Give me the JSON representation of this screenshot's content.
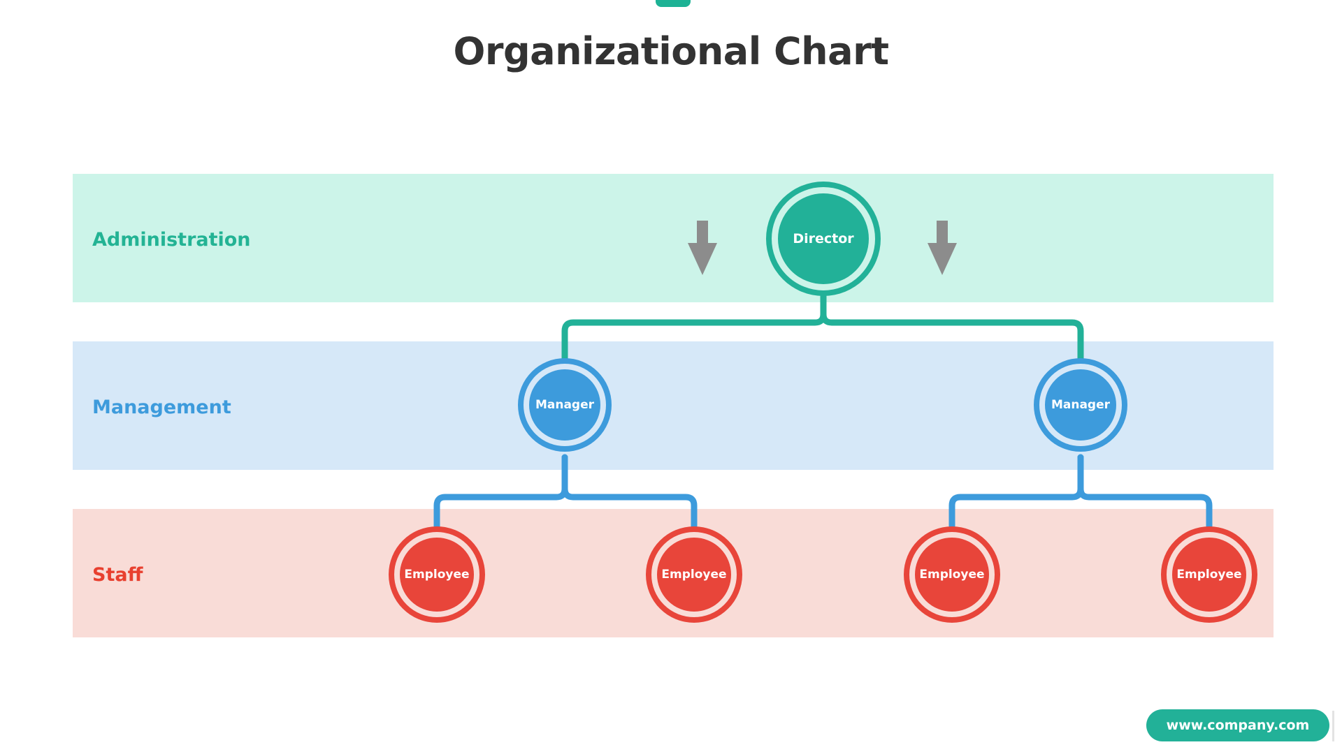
{
  "page": {
    "title": "Organizational Chart",
    "background": "#FFFFFF"
  },
  "top_tab": {
    "name": "top-tab-badge",
    "color": "#1DB295"
  },
  "rows": [
    {
      "key": "administration",
      "label": "Administration",
      "band_color": "#CCF4E9",
      "label_color": "#23B394",
      "node_color": "#22B198"
    },
    {
      "key": "management",
      "label": "Management",
      "band_color": "#D6E8F8",
      "label_color": "#3D9BDC",
      "node_color": "#3D9BDC"
    },
    {
      "key": "staff",
      "label": "Staff",
      "band_color": "#F9DCD7",
      "label_color": "#E8402F",
      "node_color": "#E8453A"
    }
  ],
  "nodes": {
    "director": {
      "label": "Director"
    },
    "managers": [
      {
        "label": "Manager"
      },
      {
        "label": "Manager"
      }
    ],
    "employees": [
      {
        "label": "Employee"
      },
      {
        "label": "Employee"
      },
      {
        "label": "Employee"
      },
      {
        "label": "Employee"
      }
    ]
  },
  "arrows": {
    "left": {
      "name": "down-arrow-icon",
      "color": "#8C8C8C"
    },
    "right": {
      "name": "down-arrow-icon",
      "color": "#8C8C8C"
    }
  },
  "connectors": {
    "director_to_managers_color": "#22B198",
    "manager_to_employees_color": "#3D9BDC"
  },
  "footer": {
    "website": "www.company.com",
    "pill_color": "#22B198",
    "divider_color": "#E3E3E3"
  },
  "chart_data": {
    "type": "diagram",
    "title": "Organizational Chart",
    "hierarchy": {
      "level": "Administration",
      "label": "Director",
      "children": [
        {
          "level": "Management",
          "label": "Manager",
          "children": [
            {
              "level": "Staff",
              "label": "Employee"
            },
            {
              "level": "Staff",
              "label": "Employee"
            }
          ]
        },
        {
          "level": "Management",
          "label": "Manager",
          "children": [
            {
              "level": "Staff",
              "label": "Employee"
            },
            {
              "level": "Staff",
              "label": "Employee"
            }
          ]
        }
      ]
    }
  }
}
